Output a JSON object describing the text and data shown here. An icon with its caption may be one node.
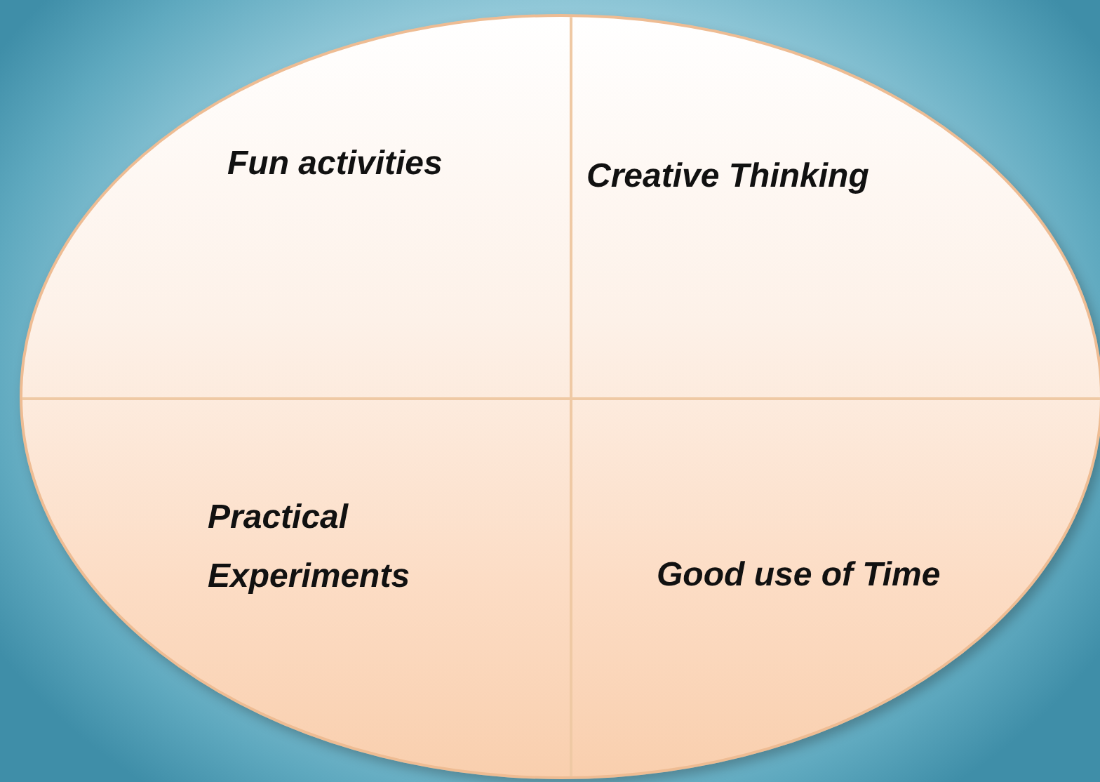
{
  "diagram": {
    "nodes": [
      {
        "text": [],
        "shape": "ellipse"
      },
      {
        "text": [
          "Fun activities"
        ],
        "in": 0
      },
      {
        "text": [
          "Creative Thinking"
        ],
        "in": 0
      },
      {
        "text": [
          "Practical Experiments"
        ],
        "in": 0
      },
      {
        "text": [
          "Good use of Time"
        ],
        "in": 0
      }
    ]
  }
}
